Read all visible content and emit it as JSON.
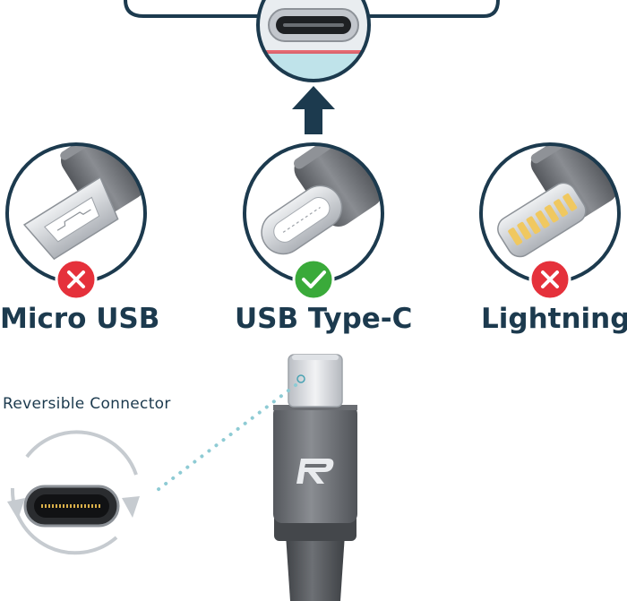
{
  "labels": {
    "micro_usb": "Micro USB",
    "usb_type_c": "USB Type-C",
    "lightning": "Lightning",
    "reversible": "Reversible Connector"
  },
  "colors": {
    "navy": "#1c3a4e",
    "reject": "#e5313b",
    "accept": "#3aaa3a",
    "cable": "#5e6166",
    "metal": "#c9ccd1",
    "port_tint": "#bfe3ea"
  },
  "icons": {
    "reject": "x-mark-icon",
    "accept": "check-mark-icon",
    "arrow": "up-arrow-icon",
    "rotate": "rotate-arrows-icon"
  }
}
